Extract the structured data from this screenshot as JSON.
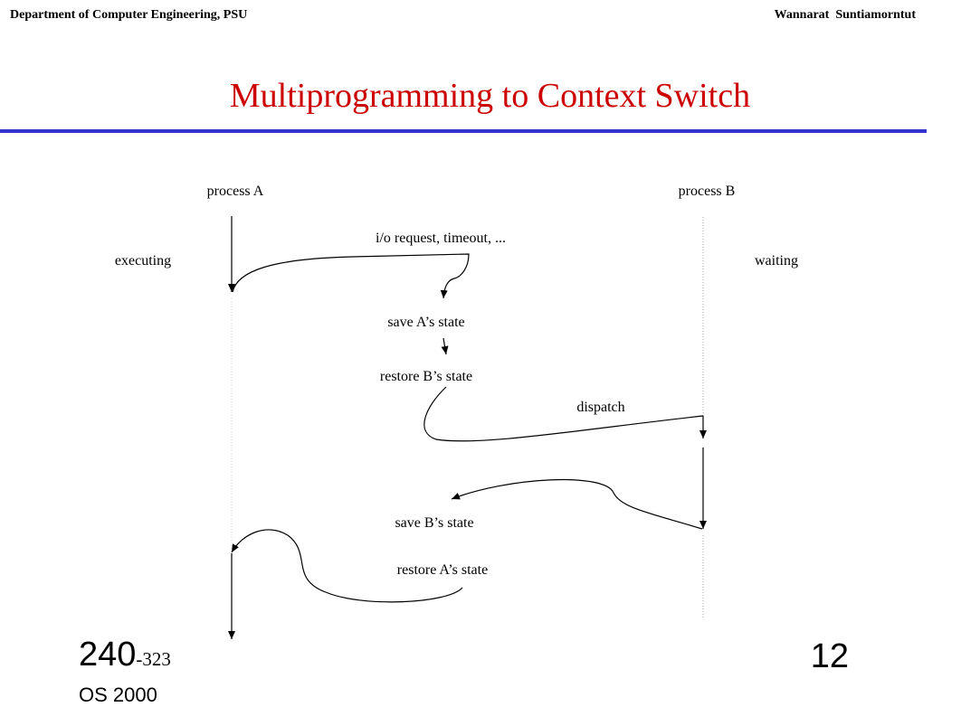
{
  "header": {
    "department": "Department of Computer Engineering, PSU",
    "author": "Wannarat  Suntiamorntut"
  },
  "title": "Multiprogramming to Context Switch",
  "colors": {
    "title": "#cc0000",
    "rule": "#3333cc",
    "text": "#000000",
    "background": "#ffffff"
  },
  "diagram": {
    "lanes": {
      "a_label": "process A",
      "b_label": "process B"
    },
    "states": {
      "a_state": "executing",
      "b_state": "waiting"
    },
    "events": {
      "interrupt": "i/o request, timeout, ...",
      "save_a": "save A’s state",
      "restore_b": "restore B’s state",
      "dispatch": "dispatch",
      "save_b": "save B’s state",
      "restore_a": "restore A’s state"
    }
  },
  "footer": {
    "course_number": "240",
    "course_suffix": "-323",
    "course_term": "OS 2000",
    "page": "12"
  }
}
